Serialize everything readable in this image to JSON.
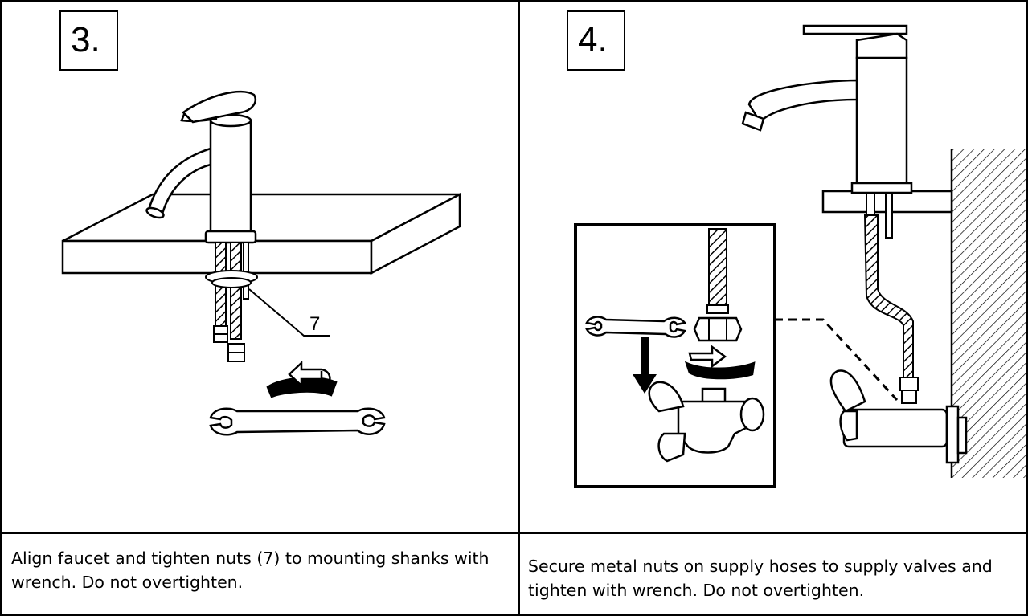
{
  "steps": [
    {
      "number": "3.",
      "callout": "7",
      "caption": "Align faucet and tighten nuts (7) to mounting shanks with wrench. Do not overtighten."
    },
    {
      "number": "4.",
      "caption": "Secure metal nuts on supply hoses to supply valves and tighten with wrench. Do not overtighten."
    }
  ],
  "icons": [
    "faucet-icon",
    "countertop-icon",
    "supply-hose-icon",
    "wrench-icon",
    "rotate-arrow-icon",
    "down-arrow-icon",
    "supply-valve-icon",
    "wall-icon",
    "detail-inset"
  ]
}
